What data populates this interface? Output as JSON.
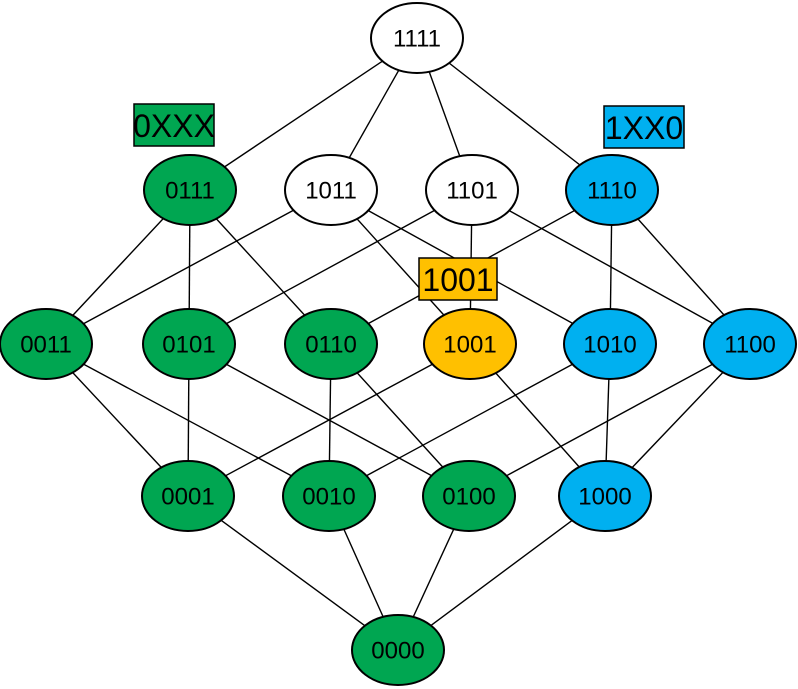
{
  "colors": {
    "white": "#ffffff",
    "green": "#00a651",
    "blue": "#00b0f0",
    "orange": "#ffc000",
    "line": "#000000"
  },
  "nodes": [
    {
      "id": "1111",
      "label": "1111",
      "color": "white"
    },
    {
      "id": "0111",
      "label": "0111",
      "color": "green"
    },
    {
      "id": "1011",
      "label": "1011",
      "color": "white"
    },
    {
      "id": "1101",
      "label": "1101",
      "color": "white"
    },
    {
      "id": "1110",
      "label": "1110",
      "color": "blue"
    },
    {
      "id": "0011",
      "label": "0011",
      "color": "green"
    },
    {
      "id": "0101",
      "label": "0101",
      "color": "green"
    },
    {
      "id": "0110",
      "label": "0110",
      "color": "green"
    },
    {
      "id": "1001",
      "label": "1001",
      "color": "orange"
    },
    {
      "id": "1010",
      "label": "1010",
      "color": "blue"
    },
    {
      "id": "1100",
      "label": "1100",
      "color": "blue"
    },
    {
      "id": "0001",
      "label": "0001",
      "color": "green"
    },
    {
      "id": "0010",
      "label": "0010",
      "color": "green"
    },
    {
      "id": "0100",
      "label": "0100",
      "color": "green"
    },
    {
      "id": "1000",
      "label": "1000",
      "color": "blue"
    },
    {
      "id": "0000",
      "label": "0000",
      "color": "green"
    }
  ],
  "edges": [
    [
      "1111",
      "0111"
    ],
    [
      "1111",
      "1011"
    ],
    [
      "1111",
      "1101"
    ],
    [
      "1111",
      "1110"
    ],
    [
      "0111",
      "0011"
    ],
    [
      "0111",
      "0101"
    ],
    [
      "0111",
      "0110"
    ],
    [
      "1011",
      "0011"
    ],
    [
      "1011",
      "1001"
    ],
    [
      "1011",
      "1010"
    ],
    [
      "1101",
      "0101"
    ],
    [
      "1101",
      "1001"
    ],
    [
      "1101",
      "1100"
    ],
    [
      "1110",
      "0110"
    ],
    [
      "1110",
      "1010"
    ],
    [
      "1110",
      "1100"
    ],
    [
      "0011",
      "0001"
    ],
    [
      "0011",
      "0010"
    ],
    [
      "0101",
      "0001"
    ],
    [
      "0101",
      "0100"
    ],
    [
      "0110",
      "0010"
    ],
    [
      "0110",
      "0100"
    ],
    [
      "1001",
      "0001"
    ],
    [
      "1001",
      "1000"
    ],
    [
      "1010",
      "0010"
    ],
    [
      "1010",
      "1000"
    ],
    [
      "1100",
      "0100"
    ],
    [
      "1100",
      "1000"
    ],
    [
      "0001",
      "0000"
    ],
    [
      "0010",
      "0000"
    ],
    [
      "0100",
      "0000"
    ],
    [
      "1000",
      "0000"
    ]
  ],
  "labels": [
    {
      "id": "0xxx",
      "text": "0XXX",
      "color": "green",
      "anchor": "0111"
    },
    {
      "id": "1xx0",
      "text": "1XX0",
      "color": "blue",
      "anchor": "1110"
    },
    {
      "id": "1001",
      "text": "1001",
      "color": "orange",
      "anchor": "1001"
    }
  ]
}
